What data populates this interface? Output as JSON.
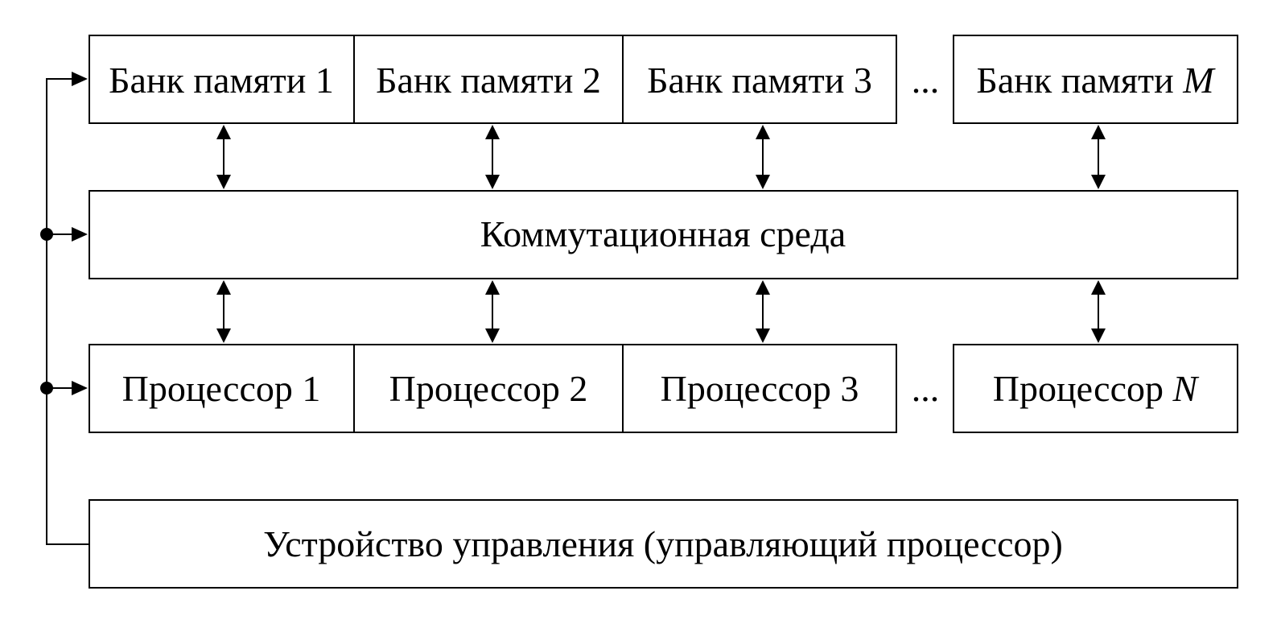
{
  "memory_banks": {
    "label_prefix": "Банк памяти",
    "items": [
      {
        "index": "1"
      },
      {
        "index": "2"
      },
      {
        "index": "3"
      }
    ],
    "last": {
      "index": "M"
    }
  },
  "switch_fabric": {
    "label": "Коммутационная среда"
  },
  "processors": {
    "label_prefix": "Процессор",
    "items": [
      {
        "index": "1"
      },
      {
        "index": "2"
      },
      {
        "index": "3"
      }
    ],
    "last": {
      "index": "N"
    }
  },
  "ellipsis": "...",
  "control_unit": {
    "label": "Устройство управления (управляющий процессор)"
  },
  "colors": {
    "stroke": "#000000",
    "background": "#ffffff"
  }
}
